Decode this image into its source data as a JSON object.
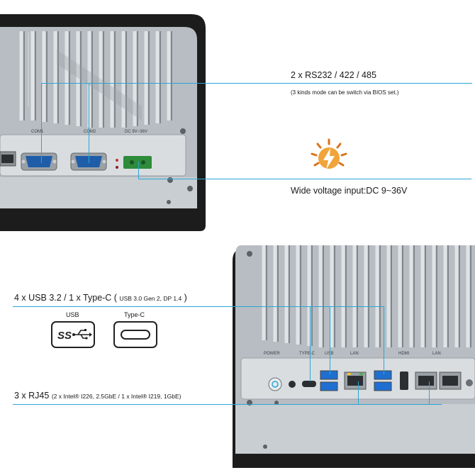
{
  "callouts": {
    "rs232_title": "2 x RS232 / 422 / 485",
    "rs232_note": "(3 kinds mode can be switch via BIOS set.)",
    "voltage": "Wide voltage input:DC 9~36V",
    "usb_title": "4 x USB 3.2 / 1 x Type-C (",
    "usb_note": "USB 3.0 Gen 2, DP 1.4",
    "usb_close": ")",
    "rj45_title": "3 x RJ45",
    "rj45_note": "(2 x Intel® I226, 2.5GbE / 1 x Intel® I219, 1GbE)"
  },
  "icons": {
    "usb_label": "USB",
    "typec_label": "Type-C",
    "usb_logo_text": "SS"
  },
  "panel_labels": {
    "top_com1": "COM1",
    "top_com2": "COM2",
    "top_dc": "DC 9V~36V",
    "power": "POWER",
    "typec": "TYPE-C",
    "usb": "USB",
    "lan": "LAN",
    "hdmi": "HDMI",
    "lan2": "LAN"
  },
  "colors": {
    "accent_line": "#2aa6d6",
    "heatsink": "#a9b0b6",
    "bezel": "#1c1c1c",
    "usb_blue": "#1f6fd1",
    "terminal_green": "#2e8b3a",
    "bolt_orange": "#e38a1c"
  }
}
